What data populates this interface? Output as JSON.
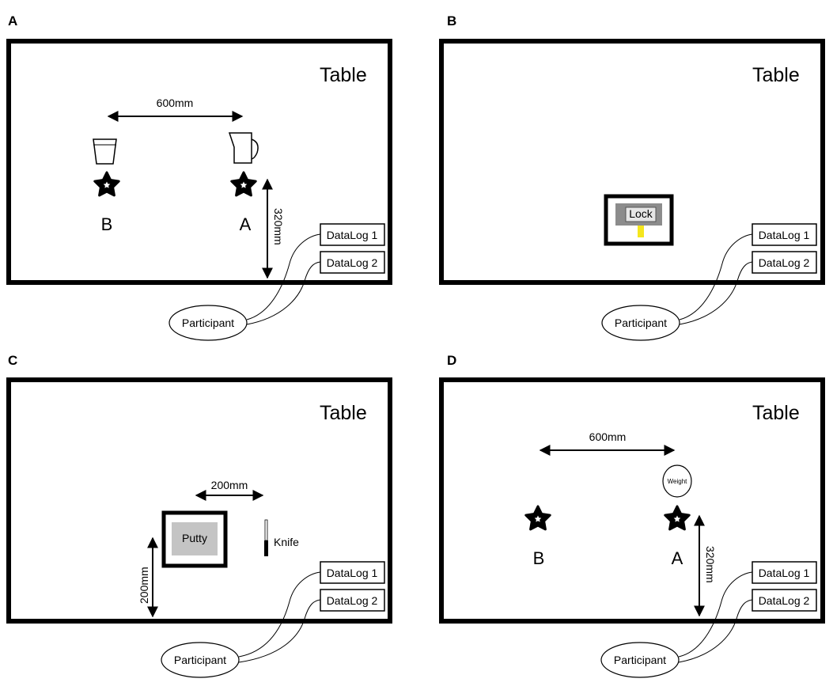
{
  "panels": {
    "a": {
      "label": "A",
      "table": "Table",
      "distance_horizontal": "600mm",
      "distance_vertical": "320mm",
      "pos_b": "B",
      "pos_a": "A",
      "datalog1": "DataLog 1",
      "datalog2": "DataLog 2",
      "participant": "Participant"
    },
    "b": {
      "label": "B",
      "table": "Table",
      "lock": "Lock",
      "datalog1": "DataLog 1",
      "datalog2": "DataLog 2",
      "participant": "Participant"
    },
    "c": {
      "label": "C",
      "table": "Table",
      "distance_horizontal": "200mm",
      "distance_vertical": "200mm",
      "putty": "Putty",
      "knife": "Knife",
      "datalog1": "DataLog 1",
      "datalog2": "DataLog 2",
      "participant": "Participant"
    },
    "d": {
      "label": "D",
      "table": "Table",
      "distance_horizontal": "600mm",
      "distance_vertical": "320mm",
      "weight": "Weight",
      "pos_b": "B",
      "pos_a": "A",
      "datalog1": "DataLog 1",
      "datalog2": "DataLog 2",
      "participant": "Participant"
    }
  },
  "colors": {
    "frame": "#000000",
    "lock_gray": "#8c8c8c",
    "lock_key": "#f5e61e",
    "putty_fill": "#c4c4c4"
  }
}
